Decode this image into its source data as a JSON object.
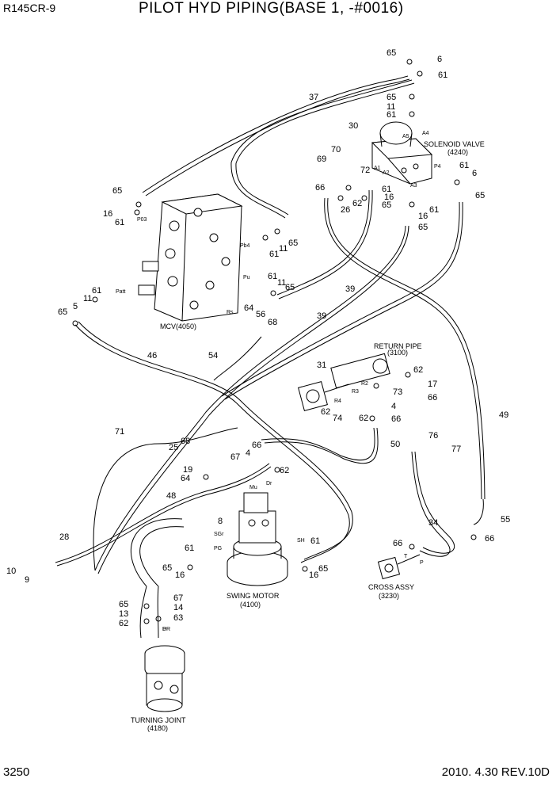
{
  "header": {
    "model": "R145CR-9",
    "title": "PILOT HYD PIPING(BASE 1, -#0016)"
  },
  "footer": {
    "page": "3250",
    "revision": "2010. 4.30  REV.10D"
  },
  "callouts": [
    "65",
    "6",
    "61",
    "37",
    "65",
    "11",
    "61",
    "30",
    "A4",
    "A5",
    "SOLENOID VALVE",
    "(4240)",
    "70",
    "69",
    "72",
    "A1",
    "A2",
    "61",
    "6",
    "P4",
    "A3",
    "66",
    "16",
    "61",
    "65",
    "26",
    "62",
    "65",
    "16",
    "61",
    "65",
    "65",
    "16",
    "61",
    "P03",
    "Pb4",
    "65",
    "61",
    "11",
    "Pu",
    "61",
    "11",
    "65",
    "61",
    "11",
    "5",
    "Patt",
    "65",
    "64",
    "56",
    "68",
    "Rs",
    "MCV(4050)",
    "39",
    "39",
    "RETURN PIPE",
    "(3100)",
    "46",
    "54",
    "31",
    "62",
    "R2",
    "17",
    "R3",
    "73",
    "66",
    "R4",
    "4",
    "62",
    "74",
    "62",
    "66",
    "49",
    "71",
    "68",
    "25",
    "66",
    "4",
    "67",
    "62",
    "76",
    "50",
    "77",
    "19",
    "64",
    "Mu",
    "Dr",
    "48",
    "8",
    "SGr",
    "34",
    "55",
    "28",
    "66",
    "61",
    "PG",
    "61",
    "SH",
    "66",
    "10",
    "9",
    "65",
    "16",
    "16",
    "65",
    "SWING MOTOR",
    "(4100)",
    "T",
    "P",
    "67",
    "65",
    "14",
    "13",
    "63",
    "62",
    "CROSS ASSY",
    "(3230)",
    "P",
    "DR",
    "TURNING JOINT",
    "(4180)"
  ]
}
